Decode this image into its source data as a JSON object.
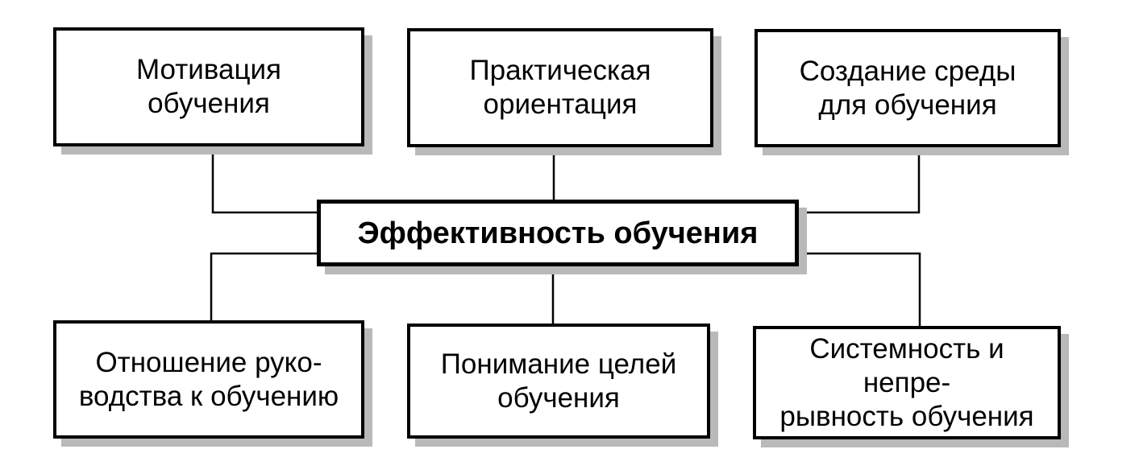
{
  "diagram": {
    "center": "Эффективность обучения",
    "top": [
      "Мотивация\nобучения",
      "Практическая\nориентация",
      "Создание среды\nдля обучения"
    ],
    "bottom": [
      "Отношение руко-\nводства к обучению",
      "Понимание целей\nобучения",
      "Системность и непре-\nрывность обучения"
    ]
  }
}
